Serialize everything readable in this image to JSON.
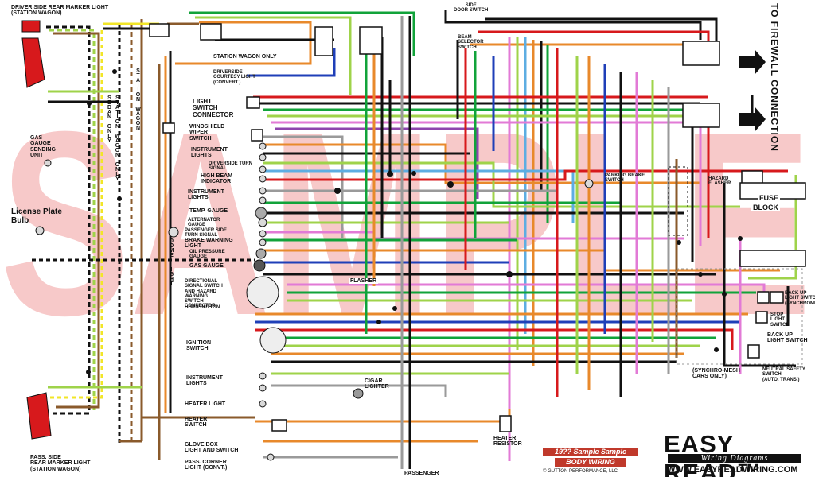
{
  "labels": {
    "driver_marker": "DRIVER SIDE REAR MARKER LIGHT\n(STATION WAGON)",
    "station_wagon_only": "STATION WAGON ONLY",
    "side_door_switch": "SIDE\nDOOR SWITCH",
    "beam_selector": "BEAM\nSELECTOR\nSWITCH",
    "driverside_courtesy": "DRIVERSIDE\nCOURTESY LIGHT\n(CONVERT.)",
    "light_switch_connector": "LIGHT\nSWITCH\nCONNECTOR",
    "windshield_wiper": "WINDSHIELD\nWIPER\nSWITCH",
    "instrument_lights_1": "INSTRUMENT\nLIGHTS",
    "driverside_turn": "DRIVERSIDE TURN\nSIGNAL",
    "high_beam": "HIGH BEAM\nINDICATOR",
    "instrument_lights_2": "INSTRUMENT\nLIGHTS",
    "temp_gauge": "TEMP. GAUGE",
    "alternator_gauge": "ALTERNATOR\nGAUGE",
    "pass_turn": "PASSENGER SIDE\nTURN SIGNAL",
    "brake_warning": "BRAKE WARNING\nLIGHT",
    "oil_pressure": "OIL PRESSURE\nGAUGE",
    "gas_gauge": "GAS GAUGE",
    "directional": "DIRECTIONAL\nSIGNAL SWITCH\nAND HAZARD\nWARNING\nSWITCH\nCONNECTOR",
    "horn_button": "HORN BUTTON",
    "flasher": "FLASHER",
    "ignition_switch": "IGNITION\nSWITCH",
    "instrument_lights_3": "INSTRUMENT\nLIGHTS",
    "heater_light": "HEATER LIGHT",
    "heater_switch": "HEATER\nSWITCH",
    "glove_box": "GLOVE BOX\nLIGHT AND SWITCH",
    "pass_corner": "PASS. CORNER\nLIGHT (CONVT.)",
    "cigar_lighter": "CIGAR\nLIGHTER",
    "heater_resistor": "HEATER\nRESISTOR",
    "passenger": "PASSENGER",
    "gas_gauge_unit": "GAS\nGAUGE\nSENDING\nUNIT",
    "license_plate": "License Plate\nBulb",
    "pass_marker": "PASS. SIDE\nREAR MARKER LIGHT\n(STATION WAGON)",
    "parking_brake": "PARKING BRAKE\nSWITCH",
    "hazard_flasher": "HAZARD\nFLASHER",
    "fuse_block_1": "FUSE",
    "fuse_block_2": "BLOCK",
    "back_up_synchro": "BACK UP\nLIGHT SWITCH\n(SYNCHROMESH)",
    "stop_light": "STOP\nLIGHT\nSWITCH",
    "back_up_switch": "BACK UP\nLIGHT SWITCH",
    "synchro_mesh": "(SYNCHRO-MESH\nCARS ONLY)",
    "neutral_safety": "NEUTRAL SAFETY\nSWITCH\n(AUTO. TRANS.)",
    "to_firewall": "TO FIREWALL CONNECTION",
    "dome_light": "DOME LIGHT",
    "sedan_only": "SEDAN ONLY",
    "station_wagon_vert_1": "STATION WAGON ONLY",
    "station_wagon_vert_2": "STATION WAGON"
  },
  "watermark": "SAMPLE",
  "title": {
    "line1": "19?? Sample Sample",
    "line2": "BODY WIRING"
  },
  "brand": {
    "name": "EASY READ™",
    "tagline": "Wiring Diagrams",
    "url": "WWW.EASYREADWIRING.COM",
    "copyright": "© GUTTON PERFORMANCE, LLC"
  },
  "colors": {
    "red": "#d7191c",
    "green": "#11a33a",
    "light_green": "#9fd34a",
    "yellow": "#f2e627",
    "orange": "#e8892b",
    "brown": "#8a5a2b",
    "pink": "#e27ad6",
    "purple": "#8e44ad",
    "blue": "#1f3fb8",
    "light_blue": "#5dade2",
    "tan": "#d9b27a",
    "gray": "#9a9a9a",
    "black": "#111111",
    "white_wire": "#f2f2f2",
    "watermark": "#f5b7b7"
  }
}
